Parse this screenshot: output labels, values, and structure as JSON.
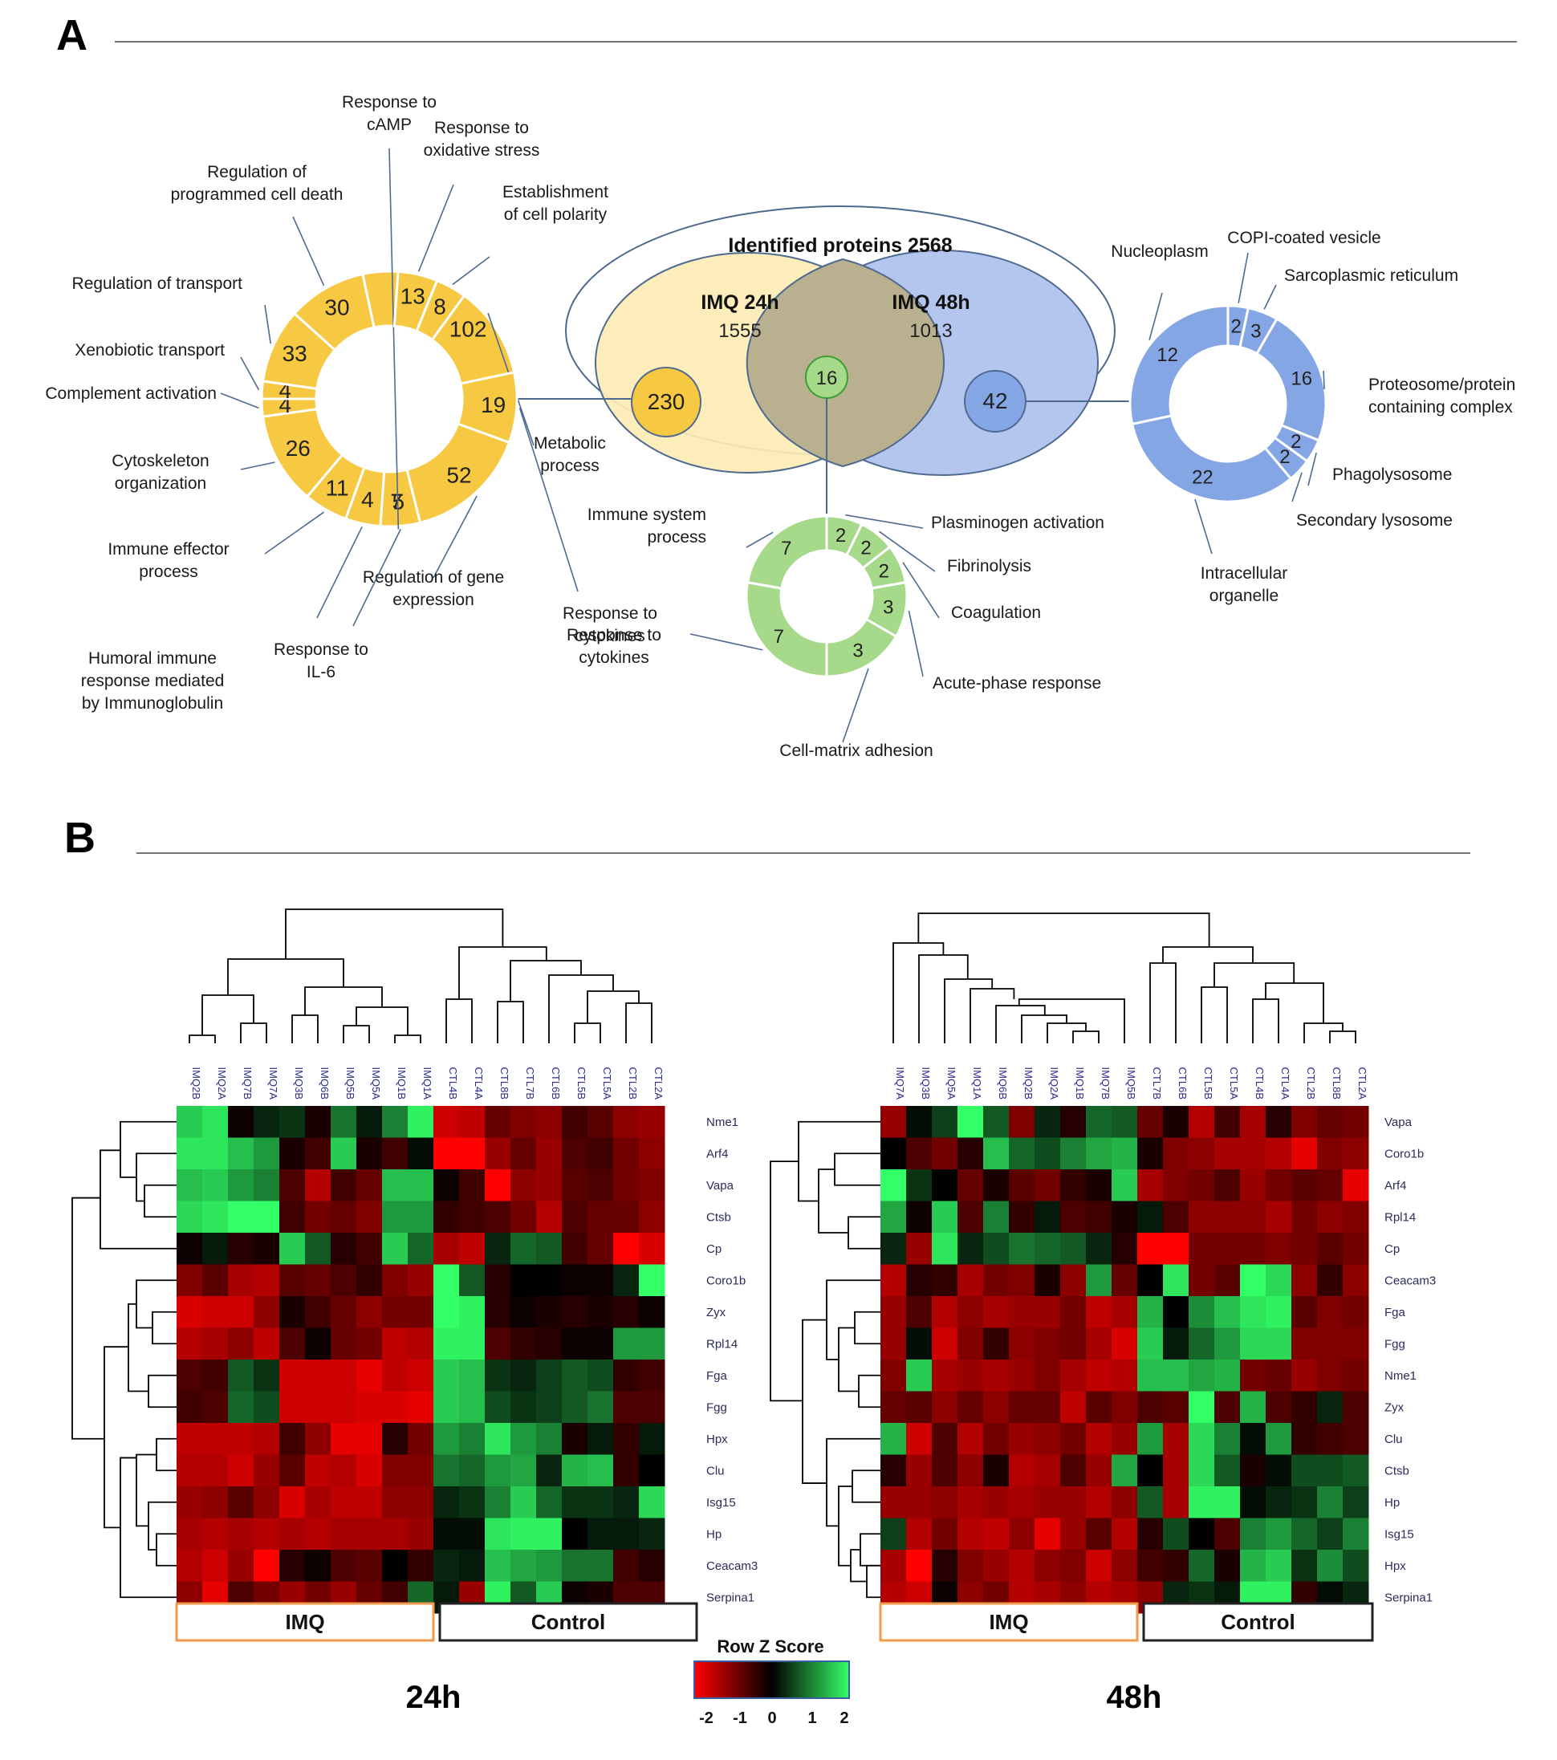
{
  "panel_a": {
    "label": "A",
    "venn": {
      "outer_title": "Identified proteins 2568",
      "set1_name": "IMQ 24h",
      "set1_count": "1555",
      "set2_name": "IMQ 48h",
      "set2_count": "1013",
      "unique_24h": "230",
      "overlap": "16",
      "unique_48h": "42"
    },
    "yellow_ring": {
      "segments": [
        {
          "value": "102",
          "label": "Metabolic\nprocess"
        },
        {
          "value": "19",
          "label": "Response to\ncytokines"
        },
        {
          "value": "52",
          "label": "Regulation of gene\nexpression"
        },
        {
          "value": "5",
          "label": "Response to\nIL-6"
        },
        {
          "value": "4",
          "label": "Humoral immune\nresponse mediated\nby Immunoglobulin"
        },
        {
          "value": "11",
          "label": "Immune effector\nprocess"
        },
        {
          "value": "26",
          "label": "Cytoskeleton\norganization"
        },
        {
          "value": "4",
          "label": "Complement activation"
        },
        {
          "value": "4",
          "label": "Xenobiotic transport"
        },
        {
          "value": "33",
          "label": "Regulation of transport"
        },
        {
          "value": "30",
          "label": "Regulation of\nprogrammed cell death"
        },
        {
          "value": "7",
          "label": "Response to\ncAMP"
        },
        {
          "value": "13",
          "label": "Response to\noxidative stress"
        },
        {
          "value": "8",
          "label": "Establishment\nof cell polarity"
        }
      ]
    },
    "blue_ring": {
      "segments": [
        {
          "value": "2",
          "label": "COPI-coated vesicle"
        },
        {
          "value": "3",
          "label": "Sarcoplasmic reticulum"
        },
        {
          "value": "16",
          "label": "Proteosome/protein\ncontaining complex"
        },
        {
          "value": "2",
          "label": "Phagolysosome"
        },
        {
          "value": "2",
          "label": "Secondary lysosome"
        },
        {
          "value": "22",
          "label": "Intracellular\norganelle"
        },
        {
          "value": "12",
          "label": "Nucleoplasm"
        }
      ]
    },
    "green_ring": {
      "segments": [
        {
          "value": "2",
          "label": "Plasminogen activation"
        },
        {
          "value": "2",
          "label": "Fibrinolysis"
        },
        {
          "value": "2",
          "label": "Coagulation"
        },
        {
          "value": "3",
          "label": "Acute-phase response"
        },
        {
          "value": "3",
          "label": "Cell-matrix adhesion"
        },
        {
          "value": "7",
          "label": "Response to\ncytokines"
        },
        {
          "value": "7",
          "label": "Immune system\nprocess"
        }
      ]
    }
  },
  "panel_b": {
    "label": "B",
    "heatmap_24h": {
      "time_label": "24h",
      "columns": [
        "IMQ2B",
        "IMQ2A",
        "IMQ7B",
        "IMQ7A",
        "IMQ3B",
        "IMQ6B",
        "IMQ5B",
        "IMQ5A",
        "IMQ1B",
        "IMQ1A",
        "CTL4B",
        "CTL4A",
        "CTL8B",
        "CTL7B",
        "CTL6B",
        "CTL5B",
        "CTL5A",
        "CTL2B",
        "CTL2A"
      ],
      "rows": [
        "Nme1",
        "Arf4",
        "Vapa",
        "Ctsb",
        "Cp",
        "Coro1b",
        "Zyx",
        "Rpl14",
        "Fga",
        "Fgg",
        "Hpx",
        "Clu",
        "Isg15",
        "Hp",
        "Ceacam3",
        "Serpina1"
      ],
      "groups": [
        "IMQ",
        "Control"
      ],
      "z": [
        [
          1.6,
          1.8,
          -0.1,
          0.3,
          0.4,
          -0.2,
          0.9,
          0.2,
          1.0,
          1.9,
          -1.6,
          -1.5,
          -0.8,
          -1.0,
          -1.1,
          -0.5,
          -0.7,
          -1.1,
          -1.2
        ],
        [
          1.8,
          1.8,
          1.5,
          1.2,
          -0.2,
          -0.5,
          1.6,
          -0.2,
          -0.5,
          0.1,
          -2.0,
          -2.0,
          -1.2,
          -0.8,
          -1.2,
          -0.6,
          -0.5,
          -0.9,
          -1.1
        ],
        [
          1.5,
          1.6,
          1.2,
          1.0,
          -0.6,
          -1.4,
          -0.5,
          -0.8,
          1.5,
          1.5,
          -0.1,
          -0.5,
          -2.0,
          -1.1,
          -1.2,
          -0.7,
          -0.6,
          -0.9,
          -1.0
        ],
        [
          1.7,
          1.8,
          2.0,
          2.0,
          -0.5,
          -0.9,
          -0.8,
          -1.0,
          1.2,
          1.2,
          -0.4,
          -0.5,
          -0.6,
          -0.9,
          -1.4,
          -0.6,
          -0.8,
          -0.8,
          -1.1
        ],
        [
          -0.1,
          0.2,
          -0.3,
          -0.2,
          1.6,
          0.7,
          -0.3,
          -0.5,
          1.6,
          0.8,
          -1.3,
          -1.5,
          0.3,
          0.8,
          0.7,
          -0.5,
          -0.8,
          -2.0,
          -1.7
        ],
        [
          -1.0,
          -0.7,
          -1.3,
          -1.4,
          -0.7,
          -0.8,
          -0.6,
          -0.4,
          -1.0,
          -1.2,
          2.0,
          0.7,
          -0.3,
          0.0,
          0.0,
          -0.1,
          -0.1,
          0.3,
          2.0
        ],
        [
          -1.7,
          -1.6,
          -1.6,
          -1.1,
          -0.2,
          -0.5,
          -0.8,
          -1.1,
          -0.9,
          -0.9,
          2.0,
          1.9,
          -0.3,
          -0.1,
          -0.2,
          -0.3,
          -0.2,
          -0.3,
          -0.1
        ],
        [
          -1.4,
          -1.3,
          -1.1,
          -1.5,
          -0.6,
          -0.1,
          -0.8,
          -0.9,
          -1.5,
          -1.4,
          1.9,
          1.9,
          -0.6,
          -0.4,
          -0.3,
          -0.1,
          -0.1,
          1.2,
          1.2
        ],
        [
          -0.6,
          -0.5,
          0.7,
          0.4,
          -1.6,
          -1.6,
          -1.6,
          -1.8,
          -1.5,
          -1.6,
          1.6,
          1.5,
          0.4,
          0.3,
          0.5,
          0.7,
          0.6,
          -0.4,
          -0.5
        ],
        [
          -0.5,
          -0.6,
          0.8,
          0.6,
          -1.6,
          -1.6,
          -1.6,
          -1.7,
          -1.7,
          -1.8,
          1.6,
          1.5,
          0.6,
          0.4,
          0.5,
          0.7,
          0.9,
          -0.6,
          -0.6
        ],
        [
          -1.5,
          -1.5,
          -1.5,
          -1.4,
          -0.5,
          -1.1,
          -1.8,
          -1.8,
          -0.3,
          -0.9,
          1.2,
          1.0,
          1.8,
          1.2,
          1.0,
          -0.2,
          0.2,
          -0.4,
          0.2
        ],
        [
          -1.4,
          -1.4,
          -1.6,
          -1.2,
          -0.7,
          -1.5,
          -1.4,
          -1.7,
          -1.0,
          -1.0,
          0.9,
          0.8,
          1.2,
          1.3,
          0.3,
          1.4,
          1.5,
          -0.4,
          0.0
        ],
        [
          -1.2,
          -1.1,
          -0.7,
          -1.1,
          -1.7,
          -1.3,
          -1.5,
          -1.5,
          -1.1,
          -1.1,
          0.3,
          0.4,
          1.0,
          1.6,
          0.8,
          0.4,
          0.4,
          0.3,
          1.7
        ],
        [
          -1.3,
          -1.4,
          -1.3,
          -1.4,
          -1.3,
          -1.4,
          -1.3,
          -1.3,
          -1.3,
          -1.2,
          0.1,
          0.1,
          1.8,
          1.9,
          1.9,
          0.0,
          0.2,
          0.2,
          0.3
        ],
        [
          -1.4,
          -1.6,
          -1.2,
          -2.0,
          -0.3,
          -0.1,
          -0.6,
          -0.7,
          0.0,
          -0.4,
          0.3,
          0.2,
          1.5,
          1.3,
          1.2,
          0.9,
          0.9,
          -0.5,
          -0.3
        ],
        [
          -1.1,
          -1.8,
          -0.6,
          -0.9,
          -1.2,
          -0.9,
          -1.2,
          -0.8,
          -0.5,
          0.8,
          0.2,
          -1.2,
          1.9,
          0.7,
          1.6,
          -0.1,
          -0.2,
          -0.6,
          -0.6
        ]
      ]
    },
    "heatmap_48h": {
      "time_label": "48h",
      "columns": [
        "IMQ7A",
        "IMQ3B",
        "IMQ5A",
        "IMQ1A",
        "IMQ6B",
        "IMQ2B",
        "IMQ2A",
        "IMQ1B",
        "IMQ7B",
        "IMQ5B",
        "CTL7B",
        "CTL6B",
        "CTL5B",
        "CTL5A",
        "CTL4B",
        "CTL4A",
        "CTL2B",
        "CTL8B",
        "CTL2A"
      ],
      "rows": [
        "Vapa",
        "Coro1b",
        "Arf4",
        "Rpl14",
        "Cp",
        "Ceacam3",
        "Fga",
        "Fgg",
        "Nme1",
        "Zyx",
        "Clu",
        "Ctsb",
        "Hp",
        "Isg15",
        "Hpx",
        "Serpina1"
      ],
      "groups": [
        "IMQ",
        "Control"
      ],
      "z": [
        [
          -1.2,
          0.1,
          0.5,
          2.0,
          0.7,
          -1.0,
          0.3,
          -0.3,
          0.8,
          0.7,
          -0.8,
          -0.2,
          -1.4,
          -0.5,
          -1.3,
          -0.3,
          -1.0,
          -0.8,
          -0.9
        ],
        [
          0.0,
          -0.6,
          -0.9,
          -0.3,
          1.5,
          0.8,
          0.6,
          1.0,
          1.3,
          1.4,
          -0.2,
          -1.0,
          -1.1,
          -1.3,
          -1.3,
          -1.4,
          -1.8,
          -1.0,
          -1.1
        ],
        [
          2.0,
          0.4,
          0.0,
          -0.8,
          -0.2,
          -0.7,
          -0.9,
          -0.4,
          -0.2,
          1.6,
          -1.3,
          -1.0,
          -0.9,
          -0.6,
          -1.2,
          -0.9,
          -0.7,
          -0.8,
          -1.8
        ],
        [
          1.3,
          -0.1,
          1.6,
          -0.6,
          1.0,
          -0.4,
          0.2,
          -0.6,
          -0.5,
          -0.2,
          0.2,
          -0.6,
          -1.1,
          -1.1,
          -1.1,
          -1.3,
          -0.9,
          -1.1,
          -1.0
        ],
        [
          0.3,
          -1.2,
          1.8,
          0.3,
          0.6,
          0.9,
          0.8,
          0.7,
          0.3,
          -0.3,
          -2.0,
          -2.0,
          -0.9,
          -0.9,
          -0.9,
          -1.0,
          -0.9,
          -0.7,
          -0.9
        ],
        [
          -1.4,
          -0.3,
          -0.4,
          -1.3,
          -0.9,
          -1.0,
          -0.2,
          -1.1,
          1.2,
          -0.8,
          0.0,
          1.8,
          -0.9,
          -0.7,
          2.0,
          1.7,
          -1.1,
          -0.4,
          -1.1
        ],
        [
          -1.2,
          -0.6,
          -1.4,
          -1.1,
          -1.3,
          -1.2,
          -1.2,
          -0.9,
          -1.5,
          -1.3,
          1.4,
          0.0,
          1.1,
          1.5,
          1.8,
          1.9,
          -0.7,
          -1.0,
          -0.9
        ],
        [
          -1.2,
          0.1,
          -1.6,
          -1.0,
          -0.4,
          -1.1,
          -1.0,
          -0.9,
          -1.3,
          -1.7,
          1.6,
          0.2,
          0.8,
          1.2,
          1.7,
          1.7,
          -1.0,
          -1.0,
          -1.0
        ],
        [
          -1.0,
          1.6,
          -1.3,
          -1.2,
          -1.3,
          -1.2,
          -1.0,
          -1.3,
          -1.5,
          -1.4,
          1.5,
          1.5,
          1.3,
          1.4,
          -0.9,
          -0.8,
          -1.2,
          -1.0,
          -0.9
        ],
        [
          -0.8,
          -0.7,
          -1.1,
          -0.8,
          -1.1,
          -0.8,
          -0.8,
          -1.5,
          -0.7,
          -1.0,
          -0.6,
          -0.7,
          2.0,
          -0.6,
          1.4,
          -0.6,
          -0.4,
          0.3,
          -0.6
        ],
        [
          1.4,
          -1.6,
          -0.6,
          -1.4,
          -0.9,
          -1.2,
          -1.1,
          -0.9,
          -1.4,
          -1.2,
          1.2,
          -1.3,
          1.7,
          1.0,
          0.1,
          1.2,
          -0.4,
          -0.5,
          -0.6
        ],
        [
          -0.3,
          -1.2,
          -0.6,
          -1.1,
          -0.2,
          -1.4,
          -1.3,
          -0.6,
          -1.2,
          1.3,
          0.0,
          -1.3,
          1.7,
          0.7,
          -0.2,
          0.1,
          0.6,
          0.6,
          0.7
        ],
        [
          -1.2,
          -1.2,
          -1.1,
          -1.3,
          -1.2,
          -1.3,
          -1.2,
          -1.2,
          -1.4,
          -1.1,
          0.7,
          -1.3,
          1.9,
          1.9,
          0.1,
          0.3,
          0.4,
          1.0,
          0.5
        ],
        [
          0.5,
          -1.4,
          -0.9,
          -1.4,
          -1.5,
          -1.1,
          -1.8,
          -1.2,
          -0.7,
          -1.4,
          -0.3,
          0.6,
          0.0,
          -0.6,
          1.0,
          1.2,
          0.8,
          0.5,
          1.0
        ],
        [
          -1.3,
          -2.0,
          -0.3,
          -1.0,
          -1.2,
          -1.4,
          -1.1,
          -1.0,
          -1.6,
          -1.1,
          -0.5,
          -0.4,
          0.8,
          -0.2,
          1.4,
          1.6,
          0.4,
          1.1,
          0.6
        ],
        [
          -1.4,
          -1.6,
          -0.1,
          -1.1,
          -0.9,
          -1.4,
          -1.3,
          -1.1,
          -1.4,
          -1.3,
          -1.1,
          0.3,
          0.4,
          0.2,
          1.9,
          1.9,
          -0.4,
          0.1,
          0.3
        ]
      ]
    },
    "legend": {
      "title": "Row Z Score",
      "ticks": [
        "-2",
        "-1",
        "0",
        "1",
        "2"
      ]
    }
  },
  "colors": {
    "yellow": "#f7c842",
    "yellow_dark": "#d8a422",
    "blue": "#84a6e5",
    "blue_dark": "#4a6fc4",
    "green": "#a6d98a",
    "green_dark": "#6ab04c",
    "venn_yellow": "#fcebb5",
    "venn_blue": "#b4c6ee",
    "venn_overlap": "#b8b08e",
    "connector": "#4e6a90",
    "z_low": "#ff0000",
    "z_mid": "#000000",
    "z_high": "#33ff66"
  }
}
